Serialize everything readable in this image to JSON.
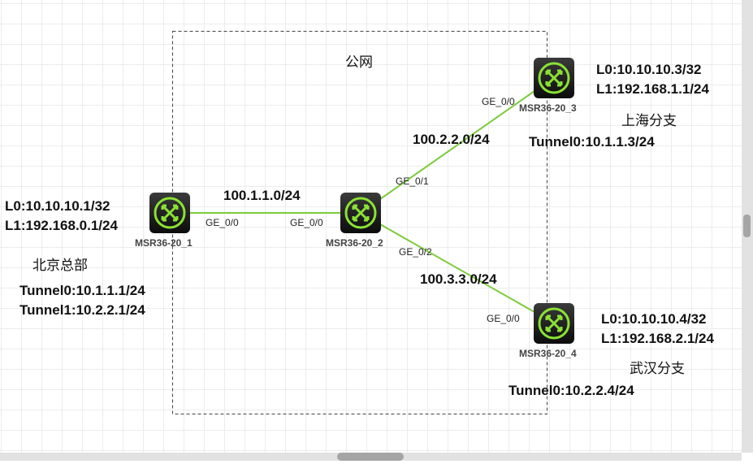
{
  "region": {
    "label": "公网"
  },
  "routers": [
    {
      "name": "MSR36-20_1"
    },
    {
      "name": "MSR36-20_2"
    },
    {
      "name": "MSR36-20_3"
    },
    {
      "name": "MSR36-20_4"
    }
  ],
  "links": [
    {
      "network": "100.1.1.0/24",
      "port_a": "GE_0/0",
      "port_b": "GE_0/0"
    },
    {
      "network": "100.2.2.0/24",
      "port_a": "GE_0/1",
      "port_b": "GE_0/0"
    },
    {
      "network": "100.3.3.0/24",
      "port_a": "GE_0/2",
      "port_b": "GE_0/0"
    }
  ],
  "sites": {
    "beijing": {
      "name": "北京总部",
      "l0": "L0:10.10.10.1/32",
      "l1": "L1:192.168.0.1/24",
      "tunnel0": "Tunnel0:10.1.1.1/24",
      "tunnel1": "Tunnel1:10.2.2.1/24"
    },
    "shanghai": {
      "name": "上海分支",
      "l0": "L0:10.10.10.3/32",
      "l1": "L1:192.168.1.1/24",
      "tunnel0": "Tunnel0:10.1.1.3/24"
    },
    "wuhan": {
      "name": "武汉分支",
      "l0": "L0:10.10.10.4/32",
      "l1": "L1:192.168.2.1/24",
      "tunnel0": "Tunnel0:10.2.2.4/24"
    }
  },
  "colors": {
    "link": "#7dcb3c",
    "icon": "#8ae234"
  }
}
